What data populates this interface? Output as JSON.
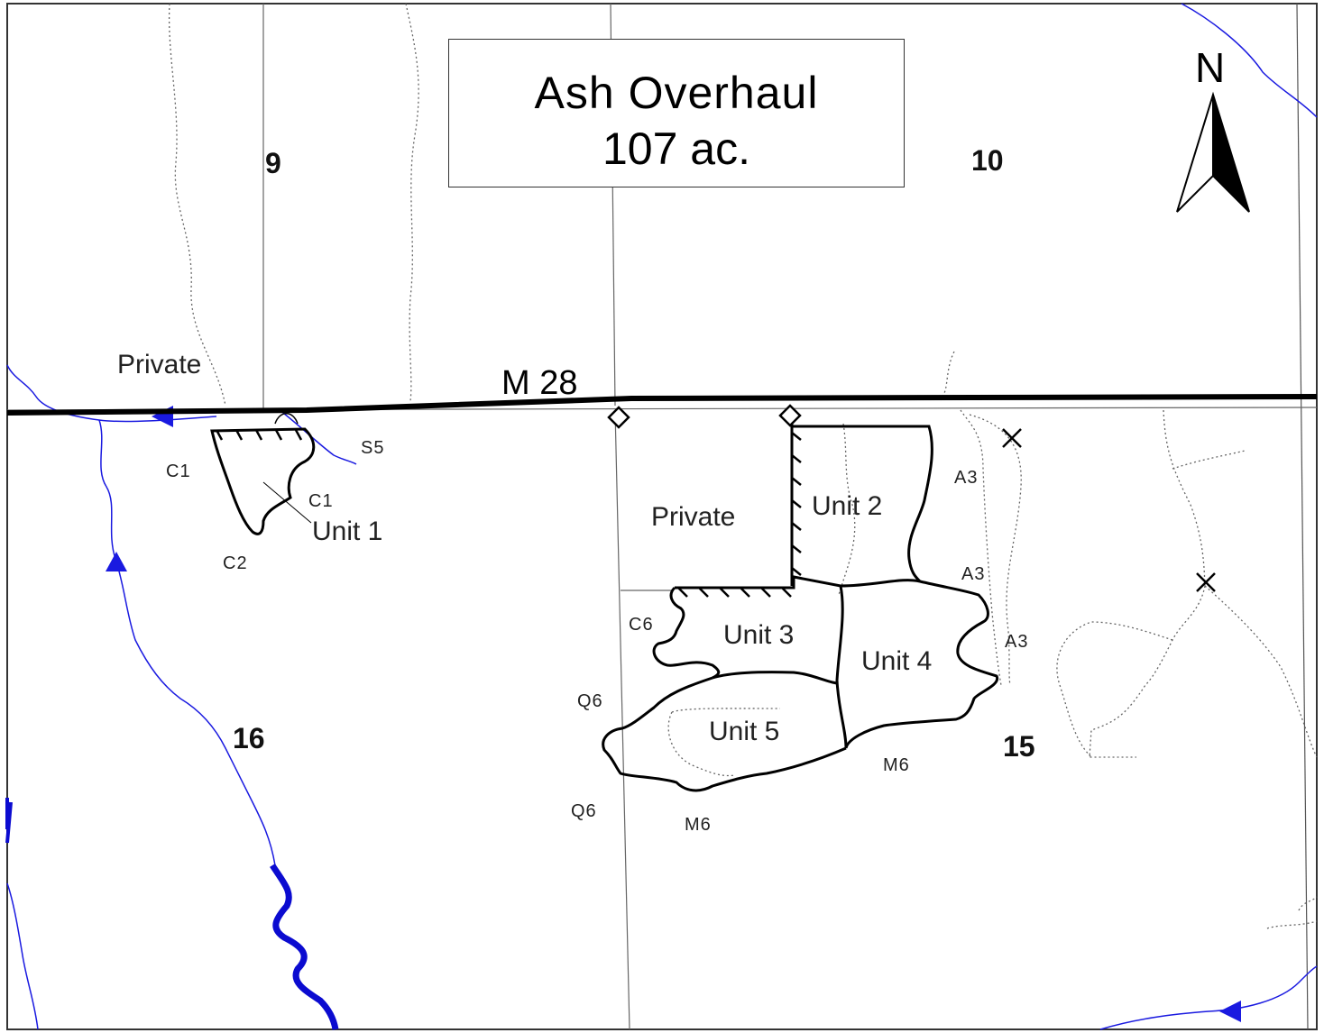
{
  "title": {
    "name": "Ash Overhaul",
    "acres": "107 ac."
  },
  "north_arrow": {
    "letter": "N"
  },
  "road": {
    "label": "M 28"
  },
  "sections": [
    "9",
    "10",
    "16",
    "15"
  ],
  "ownership": {
    "private_1": "Private",
    "private_2": "Private"
  },
  "units": [
    "Unit 1",
    "Unit 2",
    "Unit 3",
    "Unit 4",
    "Unit 5"
  ],
  "codes": {
    "s5": "S5",
    "c1_a": "C1",
    "c1_b": "C1",
    "c2": "C2",
    "c6": "C6",
    "q6_a": "Q6",
    "q6_b": "Q6",
    "m6_a": "M6",
    "m6_b": "M6",
    "a3_a": "A3",
    "a3_b": "A3",
    "a3_c": "A3"
  },
  "colors": {
    "stream": "#1a1ae0",
    "river": "#0b0bd0",
    "boundary": "#000000",
    "section_line": "#555555",
    "trail": "#666666"
  }
}
